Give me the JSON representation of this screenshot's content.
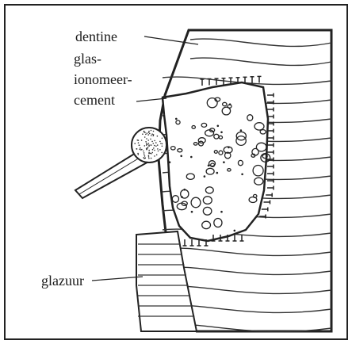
{
  "labels": {
    "dentine": "dentine",
    "cement_line1": "glas-",
    "cement_line2": "ionomeer-",
    "cement_line3": "cement",
    "enamel": "glazuur"
  }
}
